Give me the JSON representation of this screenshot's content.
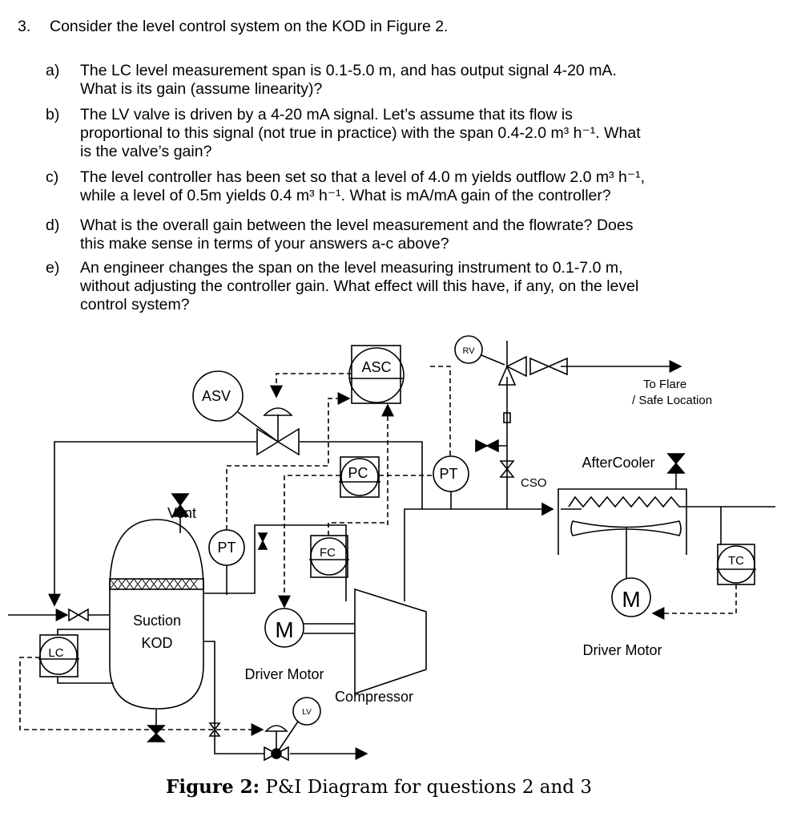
{
  "question": {
    "number": "3.",
    "text": "Consider the level control system on the KOD in Figure 2.",
    "parts": [
      {
        "letter": "a)",
        "lines": [
          "The LC level measurement span is 0.1-5.0 m, and has output signal 4-20 mA.",
          "What is its gain (assume linearity)?"
        ]
      },
      {
        "letter": "b)",
        "lines": [
          "The LV valve is driven by a 4-20 mA signal. Let’s assume that its flow is",
          "proportional to this signal (not true in practice) with the span 0.4-2.0 m³ h⁻¹. What",
          "is the valve’s gain?"
        ]
      },
      {
        "letter": "c)",
        "lines": [
          "The level controller has been set so that a level of 4.0 m yields outflow 2.0 m³ h⁻¹,",
          "while a level of 0.5m yields 0.4 m³ h⁻¹. What is mA/mA gain of the controller?"
        ]
      },
      {
        "letter": "d)",
        "lines": [
          "What is the overall gain between the level measurement and the flowrate? Does",
          "this make sense in terms of your answers a-c above?"
        ]
      },
      {
        "letter": "e)",
        "lines": [
          "An engineer changes the span on the level measuring instrument to 0.1-7.0 m,",
          "without adjusting the controller gain. What effect will this have, if any, on the level",
          "control system?"
        ]
      }
    ]
  },
  "diagram": {
    "asc": "ASC",
    "rv": "RV",
    "asv": "ASV",
    "pc": "PC",
    "pt_discharge": "PT",
    "pt_suction": "PT",
    "fc": "FC",
    "lc": "LC",
    "lv": "LV",
    "tc": "TC",
    "cso": "CSO",
    "vent": "Vent",
    "kod_1": "Suction",
    "kod_2": "KOD",
    "motor_1": "M",
    "motor_2": "M",
    "driver_motor_1": "Driver Motor",
    "driver_motor_2": "Driver Motor",
    "compressor": "Compressor",
    "aftercooler": "AfterCooler",
    "flare_1": "To Flare",
    "flare_2": "/ Safe Location"
  },
  "caption": {
    "bold": "Figure 2:",
    "rest": " P&I Diagram for questions 2 and 3"
  }
}
